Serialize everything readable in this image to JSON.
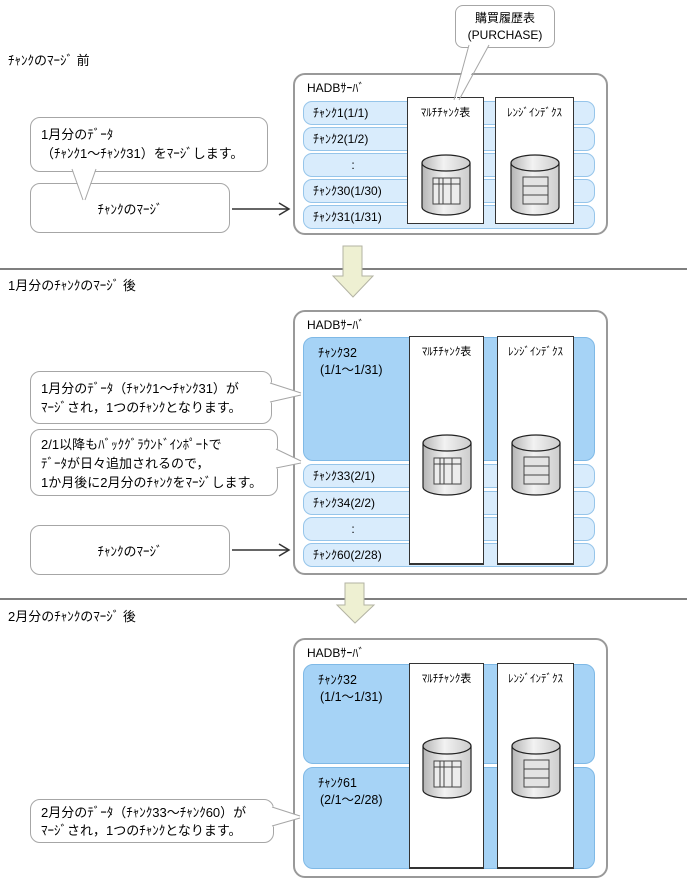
{
  "colors": {
    "row_fill": "#d9ecfc",
    "row_border": "#96c5ea",
    "merged_fill": "#a6d3f6",
    "merged_border": "#7fb9e6",
    "block_arrow_fill": "#eef0d2",
    "divider": "#7f7f7f"
  },
  "icons": {
    "database": "database-cylinder",
    "down_arrow": "block-arrow-down",
    "right_arrow": "arrow-right"
  },
  "callout": {
    "line1": "購買履歴表",
    "line2": "(PURCHASE)"
  },
  "sections": {
    "s1": {
      "title": "ﾁｬﾝｸのﾏｰｼﾞ 前",
      "bubble": [
        "1月分のﾃﾞｰﾀ",
        "（ﾁｬﾝｸ1～ﾁｬﾝｸ31）をﾏｰｼﾞします。"
      ],
      "command": "ﾁｬﾝｸのﾏｰｼﾞ",
      "server": {
        "label": "HADBｻｰﾊﾞ",
        "table_panel": "ﾏﾙﾁﾁｬﾝｸ表",
        "index_panel": "ﾚﾝｼﾞｲﾝﾃﾞｸｽ",
        "rows": [
          "ﾁｬﾝｸ1(1/1)",
          "ﾁｬﾝｸ2(1/2)",
          ":",
          "ﾁｬﾝｸ30(1/30)",
          "ﾁｬﾝｸ31(1/31)"
        ]
      }
    },
    "s2": {
      "title": "1月分のﾁｬﾝｸのﾏｰｼﾞ 後",
      "bubble1": [
        "1月分のﾃﾞｰﾀ（ﾁｬﾝｸ1～ﾁｬﾝｸ31）が",
        "ﾏｰｼﾞされ，1つのﾁｬﾝｸとなります。"
      ],
      "bubble2": [
        "2/1以降もﾊﾞｯｸｸﾞﾗｳﾝﾄﾞｲﾝﾎﾟｰﾄで",
        "ﾃﾞｰﾀが日々追加されるので，",
        "1か月後に2月分のﾁｬﾝｸをﾏｰｼﾞします。"
      ],
      "command": "ﾁｬﾝｸのﾏｰｼﾞ",
      "server": {
        "label": "HADBｻｰﾊﾞ",
        "table_panel": "ﾏﾙﾁﾁｬﾝｸ表",
        "index_panel": "ﾚﾝｼﾞｲﾝﾃﾞｸｽ",
        "merged": {
          "name": "ﾁｬﾝｸ32",
          "range": "(1/1～1/31)"
        },
        "rows": [
          "ﾁｬﾝｸ33(2/1)",
          "ﾁｬﾝｸ34(2/2)",
          ":",
          "ﾁｬﾝｸ60(2/28)"
        ]
      }
    },
    "s3": {
      "title": "2月分のﾁｬﾝｸのﾏｰｼﾞ 後",
      "bubble": [
        "2月分のﾃﾞｰﾀ（ﾁｬﾝｸ33～ﾁｬﾝｸ60）が",
        "ﾏｰｼﾞされ，1つのﾁｬﾝｸとなります。"
      ],
      "server": {
        "label": "HADBｻｰﾊﾞ",
        "table_panel": "ﾏﾙﾁﾁｬﾝｸ表",
        "index_panel": "ﾚﾝｼﾞｲﾝﾃﾞｸｽ",
        "chunks": [
          {
            "name": "ﾁｬﾝｸ32",
            "range": "(1/1～1/31)"
          },
          {
            "name": "ﾁｬﾝｸ61",
            "range": "(2/1～2/28)"
          }
        ]
      }
    }
  }
}
